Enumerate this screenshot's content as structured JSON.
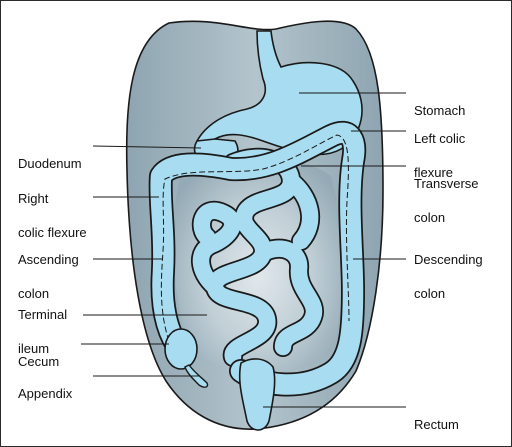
{
  "diagram": {
    "labels_left": {
      "duodenum": [
        "Duodenum"
      ],
      "right_colic_flexure": [
        "Right",
        "colic flexure"
      ],
      "ascending_colon": [
        "Ascending",
        "colon"
      ],
      "terminal_ileum": [
        "Terminal",
        "ileum"
      ],
      "cecum": [
        "Cecum"
      ],
      "appendix": [
        "Appendix"
      ]
    },
    "labels_right": {
      "stomach": [
        "Stomach"
      ],
      "left_colic_flexure": [
        "Left colic",
        "flexure"
      ],
      "transverse_colon": [
        "Transverse",
        "colon"
      ],
      "descending_colon": [
        "Descending",
        "colon"
      ],
      "rectum": [
        "Rectum"
      ]
    },
    "colors": {
      "abdomen_fill": "#a9bcc6",
      "organ_fill": "#a8dcf0",
      "outline": "#1a1a1a",
      "leader_line": "#1a1a1a"
    }
  }
}
